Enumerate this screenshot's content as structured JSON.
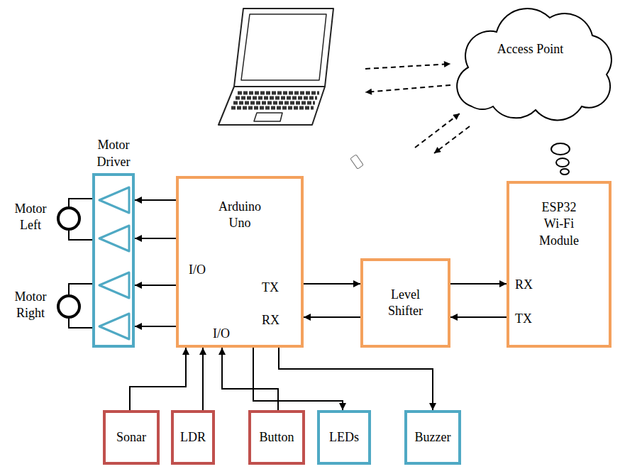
{
  "diagram": {
    "nodes": [
      {
        "text": [
          "Access Point"
        ]
      },
      {
        "text": [
          "Motor Driver"
        ]
      },
      {
        "text": [
          "Motor Left"
        ]
      },
      {
        "text": [
          "Arduino Uno",
          "I/O",
          "TX",
          "RX",
          "I/O"
        ]
      },
      {
        "text": [
          "Motor Right"
        ]
      },
      {
        "text": [
          "Level Shifter"
        ]
      },
      {
        "text": [
          "ESP32 Wi-Fi Module",
          "RX",
          "TX"
        ]
      },
      {
        "text": [
          "Sonar"
        ]
      },
      {
        "text": [
          "LDR"
        ]
      },
      {
        "text": [
          "Button"
        ]
      },
      {
        "text": [
          "LEDs"
        ]
      },
      {
        "text": [
          "Buzzer"
        ]
      }
    ],
    "edges": [
      {
        "from": 3,
        "to": 1,
        "arrow": "to"
      },
      {
        "from": 3,
        "to": 1,
        "arrow": "to"
      },
      {
        "from": 3,
        "to": 1,
        "arrow": "to"
      },
      {
        "from": 3,
        "to": 1,
        "arrow": "to"
      },
      {
        "from": 2,
        "to": 1,
        "arrow": "none"
      },
      {
        "from": 4,
        "to": 1,
        "arrow": "none"
      },
      {
        "from": 3,
        "to": 5,
        "arrow": "to"
      },
      {
        "from": 5,
        "to": 3,
        "arrow": "to"
      },
      {
        "from": 5,
        "to": 6,
        "arrow": "to"
      },
      {
        "from": 6,
        "to": 5,
        "arrow": "to"
      },
      {
        "from": 7,
        "to": 3,
        "arrow": "to"
      },
      {
        "from": 8,
        "to": 3,
        "arrow": "to"
      },
      {
        "from": 9,
        "to": 3,
        "arrow": "to"
      },
      {
        "from": 3,
        "to": 10,
        "arrow": "to"
      },
      {
        "from": 3,
        "to": 11,
        "arrow": "to"
      }
    ]
  }
}
